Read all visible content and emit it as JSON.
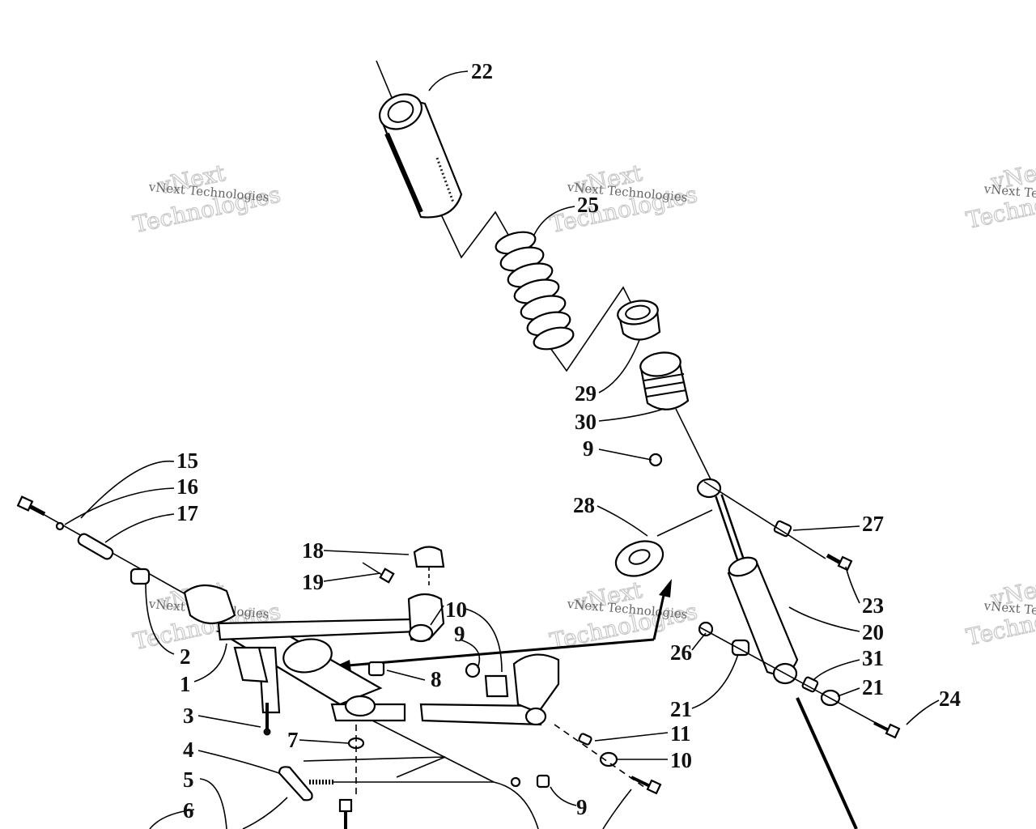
{
  "watermark": {
    "small": "vNext Technologies",
    "big_top": "vNext",
    "big_bottom": "Technologies"
  },
  "callouts": {
    "c22": "22",
    "c25": "25",
    "c29": "29",
    "c30": "30",
    "c9a": "9",
    "c28": "28",
    "c27": "27",
    "c23": "23",
    "c20": "20",
    "c31": "31",
    "c21a": "21",
    "c26": "26",
    "c21b": "21",
    "c24": "24",
    "c15": "15",
    "c16": "16",
    "c17": "17",
    "c18": "18",
    "c19": "19",
    "c10a": "10",
    "c9b": "9",
    "c2": "2",
    "c1": "1",
    "c8": "8",
    "c3": "3",
    "c7": "7",
    "c4": "4",
    "c5": "5",
    "c6": "6",
    "c11": "11",
    "c10b": "10",
    "c9c": "9"
  },
  "colors": {
    "ink": "#000000",
    "watermark": "#c8c8c8",
    "background": "#ffffff"
  }
}
